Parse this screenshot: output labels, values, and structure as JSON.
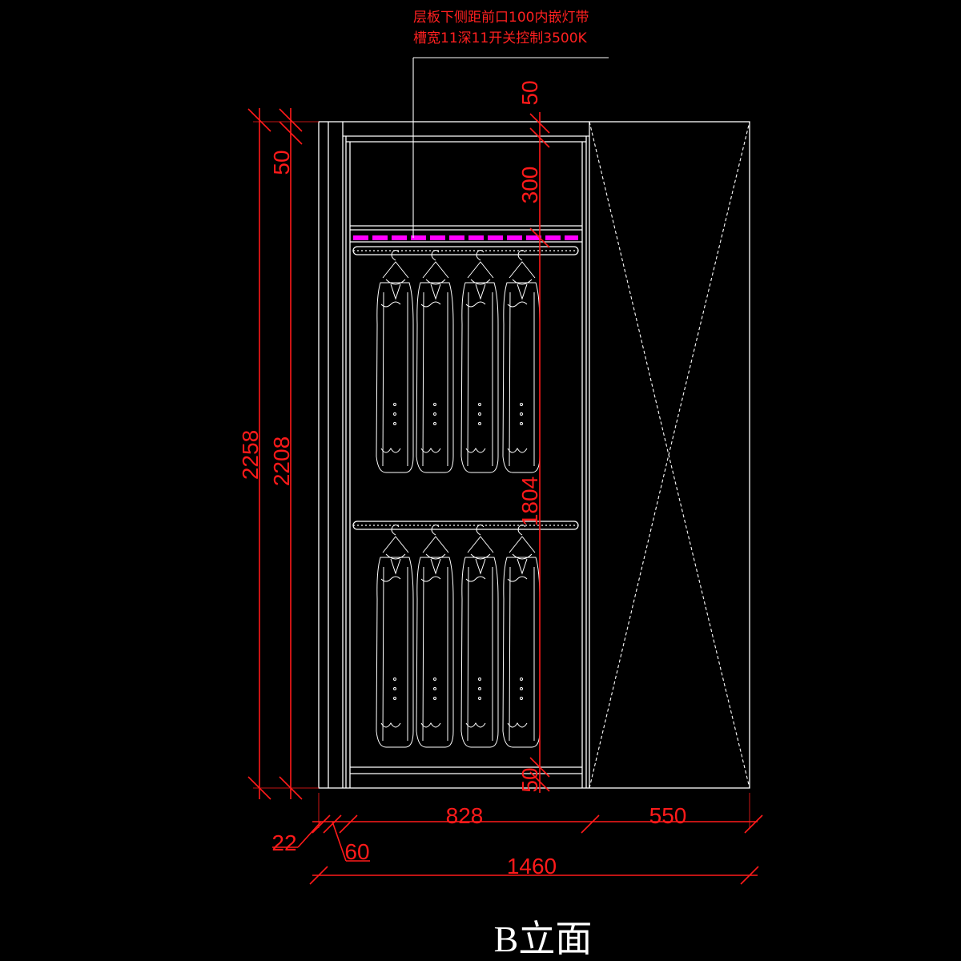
{
  "annotation": {
    "line1": "层板下侧距前口100内嵌灯带",
    "line2": "槽宽11深11开关控制3500K"
  },
  "dimensions": {
    "overall_height": "2258",
    "inner_height": "2208",
    "top_board": "50",
    "top_space": "300",
    "hanging_height": "1804",
    "bottom_board": "50",
    "side_panel": "22",
    "gap": "60",
    "inner_width": "828",
    "door_width": "550",
    "overall_width": "1460"
  },
  "title": "B立面",
  "colors": {
    "background": "#000000",
    "linework": "#ffffff",
    "dimension": "#ff1a1a",
    "led_strip": "#ff00ff"
  }
}
